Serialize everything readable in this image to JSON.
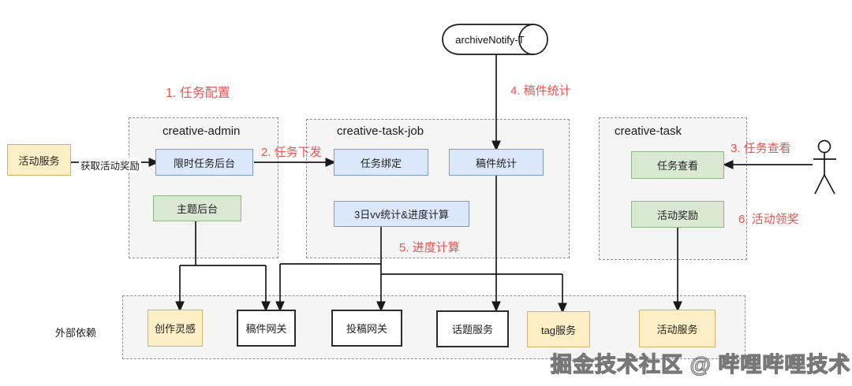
{
  "containers": {
    "creative_admin": "creative-admin",
    "creative_task_job": "creative-task-job",
    "creative_task": "creative-task",
    "external_deps": "外部依赖"
  },
  "nodes": {
    "activity_service_left": "活动服务",
    "queue_topic": "archiveNotify-T",
    "timed_task_admin": "限时任务后台",
    "topic_admin": "主题后台",
    "task_binding": "任务绑定",
    "archive_stats": "稿件统计",
    "vv_progress": "3日vv统计&进度计算",
    "task_view": "任务查看",
    "activity_reward": "活动奖励",
    "creation_inspiration": "创作灵感",
    "archive_gateway": "稿件网关",
    "submission_gateway": "投稿网关",
    "topic_service": "话题服务",
    "tag_service": "tag服务",
    "activity_service_bottom": "活动服务"
  },
  "labels": {
    "get_activity_reward": "获取活动奖励",
    "step1": "1. 任务配置",
    "step2": "2. 任务下发",
    "step3": "3. 任务查看",
    "step4": "4. 稿件统计",
    "step5": "5. 进度计算",
    "step6": "6. 活动领奖"
  },
  "watermark": "掘金技术社区 @ 哔哩哔哩技术",
  "colors": {
    "node_blue": "#dbe8fb",
    "node_green": "#d9e8d3",
    "node_yellow": "#fcefc5",
    "container_gray": "#f5f5f5",
    "annotation_red": "#f2514e"
  }
}
